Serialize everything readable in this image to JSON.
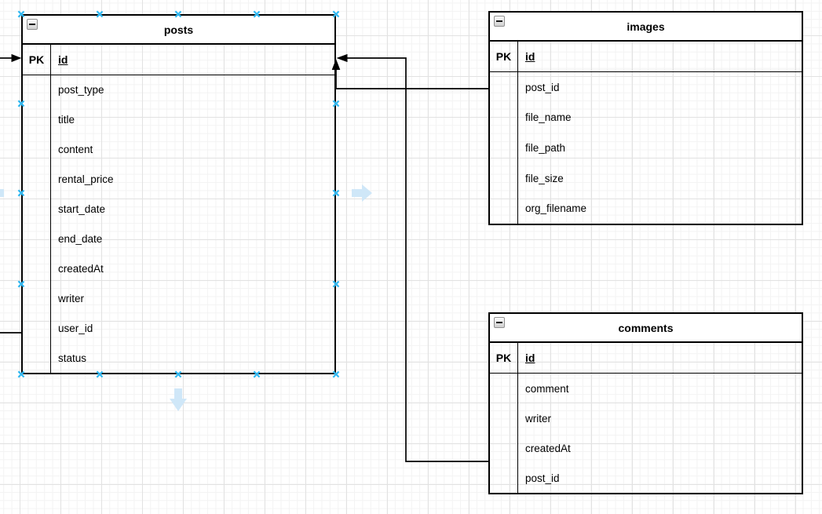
{
  "app": {
    "view": "diagram-canvas",
    "grid": "on",
    "colors": {
      "background": "#ffffff",
      "grid_minor": "#f3f3f3",
      "grid_major": "#e2e2e2",
      "table_stroke": "#000000",
      "connection_point": "#29b6f2",
      "direction_arrow": "#cfe7f8"
    },
    "icons": {
      "collapse": "minus-square-icon",
      "connection_point": "x-cross-icon",
      "direction_hints": [
        "right-arrow",
        "down-arrow",
        "left-arrow-partial"
      ]
    }
  },
  "tables": {
    "posts": {
      "title": "posts",
      "pk_label": "PK",
      "pk_field": "id",
      "fields": [
        "post_type",
        "title",
        "content",
        "rental_price",
        "start_date",
        "end_date",
        "createdAt",
        "writer",
        "user_id",
        "status"
      ]
    },
    "images": {
      "title": "images",
      "pk_label": "PK",
      "pk_field": "id",
      "fields": [
        "post_id",
        "file_name",
        "file_path",
        "file_size",
        "org_filename"
      ]
    },
    "comments": {
      "title": "comments",
      "pk_label": "PK",
      "pk_field": "id",
      "fields": [
        "comment",
        "writer",
        "createdAt",
        "post_id"
      ]
    }
  },
  "relationships": [
    {
      "from": "images.post_id",
      "to": "posts.id",
      "arrow": "into posts top-right"
    },
    {
      "from": "comments.post_id",
      "to": "posts.id",
      "arrow": "into posts right edge"
    },
    {
      "from": "offscreen-left",
      "to": "posts.id",
      "arrow": "into posts left edge"
    },
    {
      "from": "posts.user_id",
      "to": "offscreen-left",
      "arrow": "none"
    }
  ]
}
